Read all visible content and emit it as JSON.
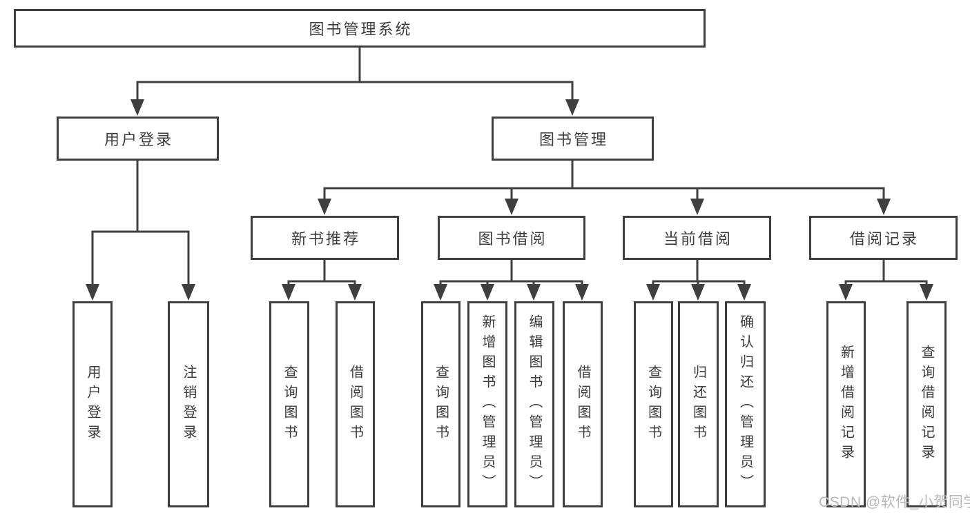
{
  "colors": {
    "line": "#3f3f3f",
    "box_border": "#3f3f3f",
    "box_background": "#ffffff",
    "text": "#3c3c3c",
    "watermark": "#b9b9b9"
  },
  "watermark": {
    "text": "CSDN @软件_小贺同学"
  },
  "tree": {
    "root": {
      "label": "图书管理系统"
    },
    "children": [
      {
        "label": "用户登录",
        "children": [
          {
            "label": "用户登录"
          },
          {
            "label": "注销登录"
          }
        ]
      },
      {
        "label": "图书管理",
        "children": [
          {
            "label": "新书推荐",
            "children": [
              {
                "label": "查询图书"
              },
              {
                "label": "借阅图书"
              }
            ]
          },
          {
            "label": "图书借阅",
            "children": [
              {
                "label": "查询图书"
              },
              {
                "label": "新增图书（管理员）"
              },
              {
                "label": "编辑图书（管理员）"
              },
              {
                "label": "借阅图书"
              }
            ]
          },
          {
            "label": "当前借阅",
            "children": [
              {
                "label": "查询图书"
              },
              {
                "label": "归还图书"
              },
              {
                "label": "确认归还（管理员）"
              }
            ]
          },
          {
            "label": "借阅记录",
            "children": [
              {
                "label": "新增借阅记录"
              },
              {
                "label": "查询借阅记录"
              }
            ]
          }
        ]
      }
    ]
  }
}
